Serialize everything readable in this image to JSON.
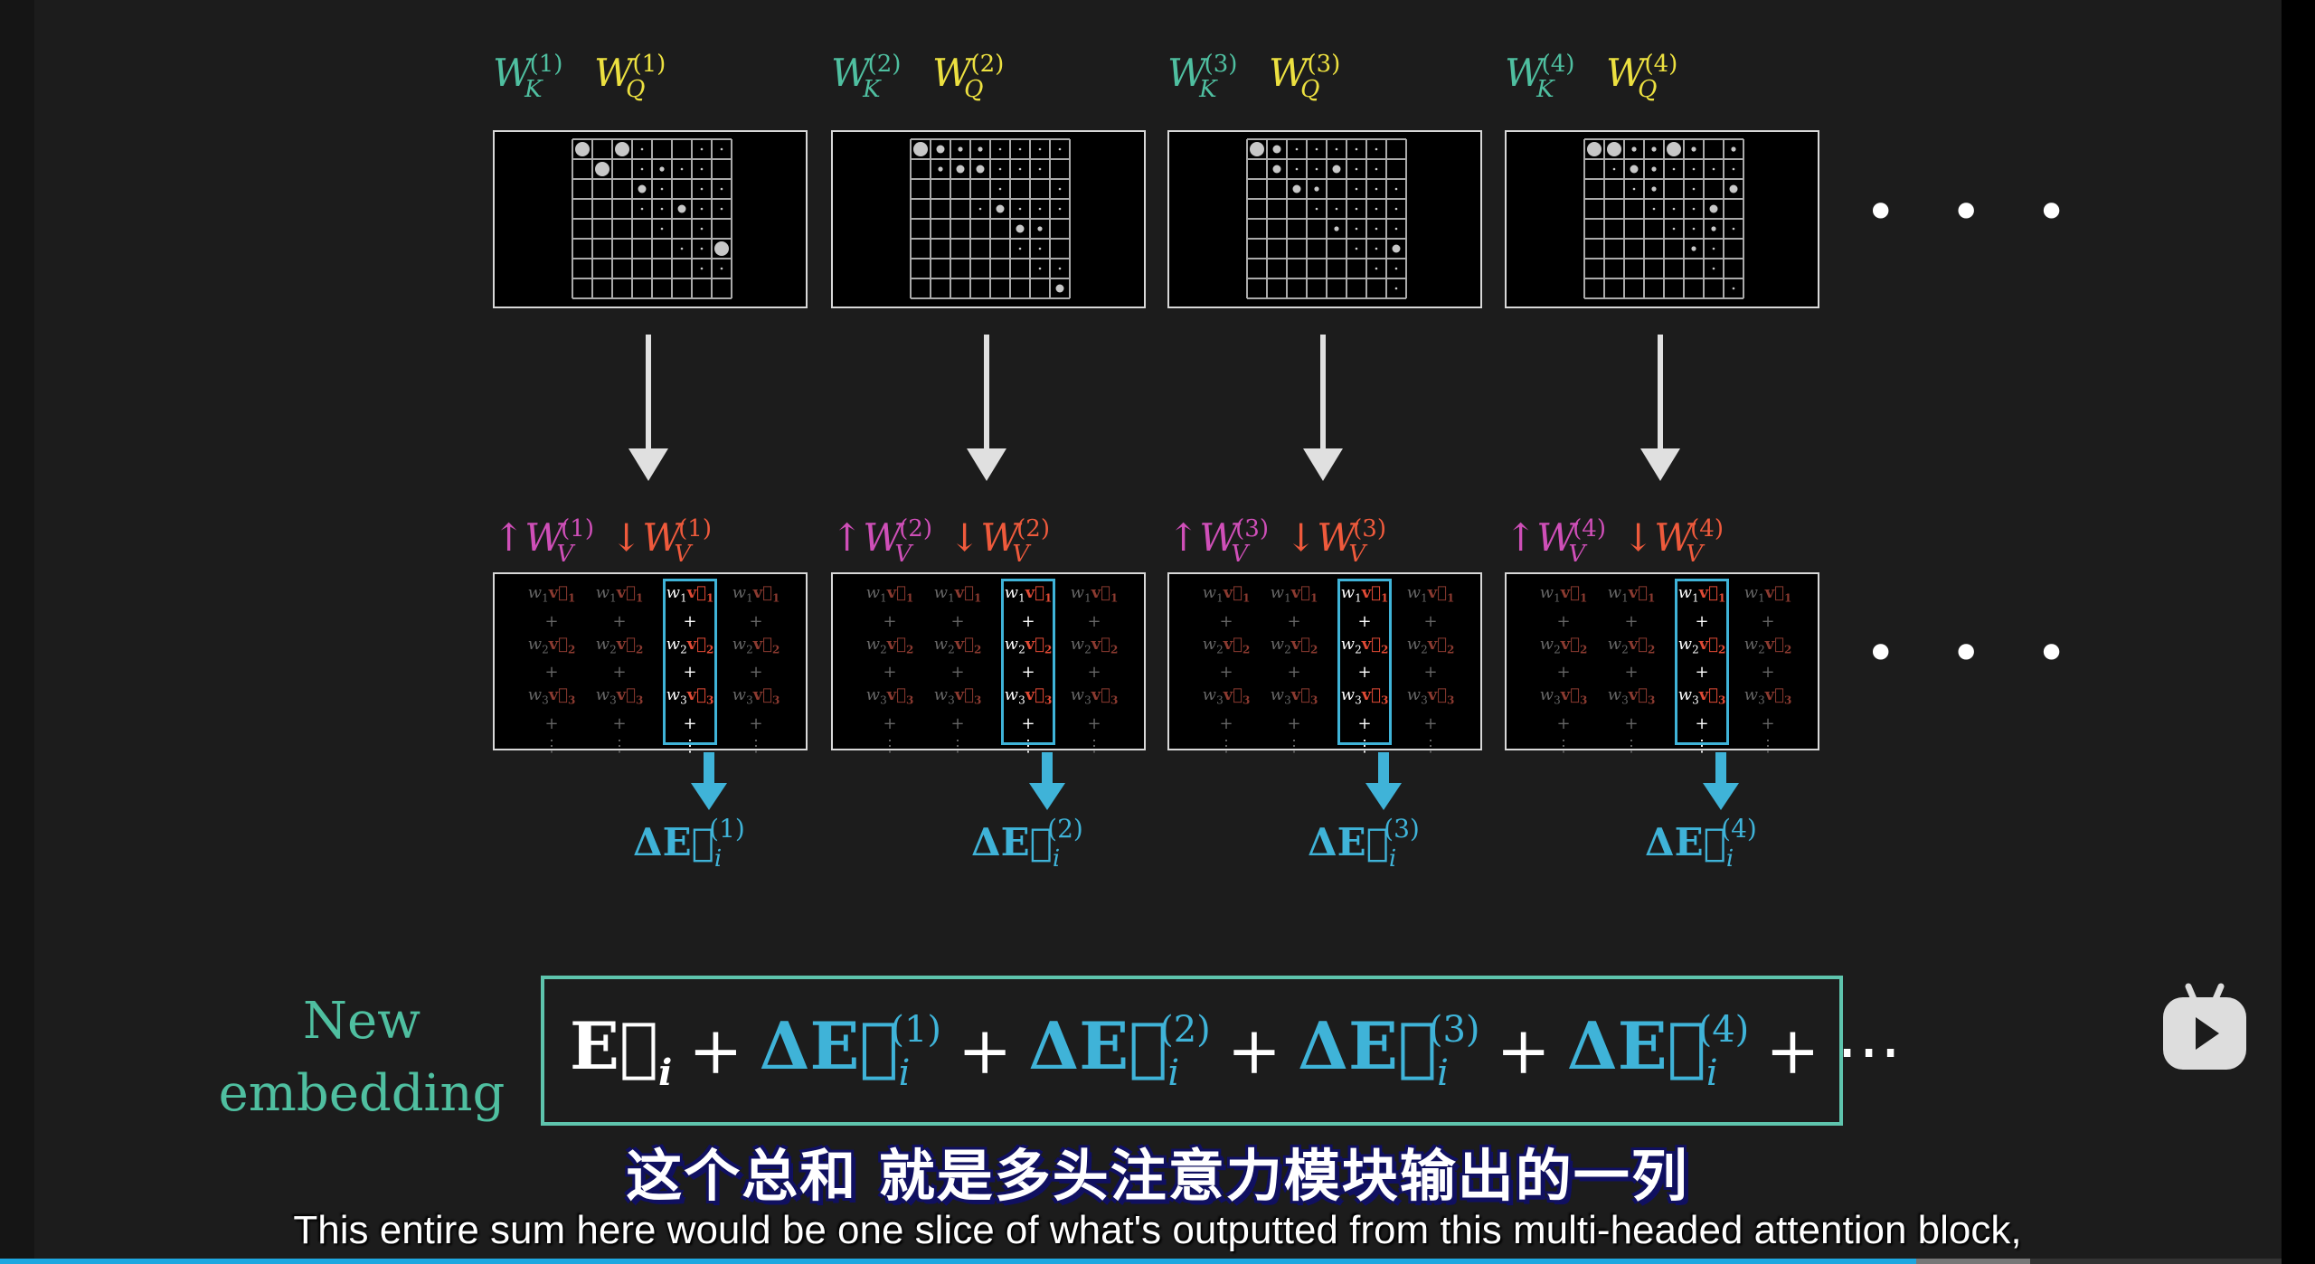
{
  "colors": {
    "key": "#4fbfa0",
    "query": "#ece040",
    "value_up": "#cf4fb8",
    "value_down": "#ef5a3c",
    "delta": "#3fb3d8",
    "box": "#5ec4ad",
    "progress": "#1ea7e0"
  },
  "heads": [
    {
      "wk": {
        "base": "W",
        "sub": "K",
        "sup": "(1)"
      },
      "wq": {
        "base": "W",
        "sub": "Q",
        "sup": "(1)"
      },
      "vu": {
        "prefix": "↑",
        "base": "W",
        "sub": "V",
        "sup": "(1)"
      },
      "vd": {
        "prefix": "↓",
        "base": "W",
        "sub": "V",
        "sup": "(1)"
      },
      "delta": {
        "sym": "ΔE⃗",
        "sub": "i",
        "sup": "(1)"
      },
      "pattern": [
        [
          4,
          0,
          4,
          1,
          0,
          0,
          1,
          1
        ],
        [
          0,
          4,
          0,
          1,
          2,
          1,
          1,
          0
        ],
        [
          0,
          0,
          0,
          3,
          1,
          0,
          1,
          1
        ],
        [
          0,
          0,
          0,
          1,
          1,
          3,
          1,
          1
        ],
        [
          0,
          0,
          0,
          0,
          1,
          0,
          1,
          0
        ],
        [
          0,
          0,
          0,
          0,
          0,
          1,
          1,
          4
        ],
        [
          0,
          0,
          0,
          0,
          0,
          0,
          1,
          1
        ],
        [
          0,
          0,
          0,
          0,
          0,
          0,
          0,
          0
        ]
      ]
    },
    {
      "wk": {
        "base": "W",
        "sub": "K",
        "sup": "(2)"
      },
      "wq": {
        "base": "W",
        "sub": "Q",
        "sup": "(2)"
      },
      "vu": {
        "prefix": "↑",
        "base": "W",
        "sub": "V",
        "sup": "(2)"
      },
      "vd": {
        "prefix": "↓",
        "base": "W",
        "sub": "V",
        "sup": "(2)"
      },
      "delta": {
        "sym": "ΔE⃗",
        "sub": "i",
        "sup": "(2)"
      },
      "pattern": [
        [
          4,
          3,
          2,
          2,
          1,
          1,
          1,
          1
        ],
        [
          0,
          2,
          3,
          3,
          1,
          1,
          1,
          0
        ],
        [
          0,
          0,
          0,
          0,
          1,
          0,
          0,
          1
        ],
        [
          0,
          0,
          0,
          1,
          3,
          1,
          1,
          1
        ],
        [
          0,
          0,
          0,
          0,
          0,
          3,
          2,
          0
        ],
        [
          0,
          0,
          0,
          0,
          0,
          1,
          1,
          0
        ],
        [
          0,
          0,
          0,
          0,
          0,
          0,
          1,
          1
        ],
        [
          0,
          0,
          0,
          0,
          0,
          0,
          0,
          3
        ]
      ]
    },
    {
      "wk": {
        "base": "W",
        "sub": "K",
        "sup": "(3)"
      },
      "wq": {
        "base": "W",
        "sub": "Q",
        "sup": "(3)"
      },
      "vu": {
        "prefix": "↑",
        "base": "W",
        "sub": "V",
        "sup": "(3)"
      },
      "vd": {
        "prefix": "↓",
        "base": "W",
        "sub": "V",
        "sup": "(3)"
      },
      "delta": {
        "sym": "ΔE⃗",
        "sub": "i",
        "sup": "(3)"
      },
      "pattern": [
        [
          4,
          3,
          1,
          1,
          1,
          1,
          1,
          0
        ],
        [
          0,
          3,
          1,
          1,
          3,
          1,
          1,
          0
        ],
        [
          0,
          0,
          3,
          2,
          0,
          1,
          1,
          1
        ],
        [
          0,
          0,
          0,
          1,
          1,
          1,
          1,
          1
        ],
        [
          0,
          0,
          0,
          0,
          2,
          1,
          1,
          1
        ],
        [
          0,
          0,
          0,
          0,
          0,
          1,
          1,
          3
        ],
        [
          0,
          0,
          0,
          0,
          0,
          0,
          1,
          1
        ],
        [
          0,
          0,
          0,
          0,
          0,
          0,
          0,
          1
        ]
      ]
    },
    {
      "wk": {
        "base": "W",
        "sub": "K",
        "sup": "(4)"
      },
      "wq": {
        "base": "W",
        "sub": "Q",
        "sup": "(4)"
      },
      "vu": {
        "prefix": "↑",
        "base": "W",
        "sub": "V",
        "sup": "(4)"
      },
      "vd": {
        "prefix": "↓",
        "base": "W",
        "sub": "V",
        "sup": "(4)"
      },
      "delta": {
        "sym": "ΔE⃗",
        "sub": "i",
        "sup": "(4)"
      },
      "pattern": [
        [
          4,
          4,
          2,
          2,
          4,
          2,
          0,
          2
        ],
        [
          0,
          1,
          3,
          2,
          1,
          1,
          1,
          1
        ],
        [
          0,
          0,
          1,
          2,
          0,
          1,
          0,
          3
        ],
        [
          0,
          0,
          0,
          1,
          1,
          1,
          3,
          0
        ],
        [
          0,
          0,
          0,
          0,
          1,
          1,
          2,
          1
        ],
        [
          0,
          0,
          0,
          0,
          0,
          2,
          1,
          0
        ],
        [
          0,
          0,
          0,
          0,
          0,
          0,
          1,
          0
        ],
        [
          0,
          0,
          0,
          0,
          0,
          0,
          0,
          1
        ]
      ]
    }
  ],
  "value_column": {
    "terms": [
      {
        "w": "w",
        "i": "1",
        "v": "v⃗",
        "vi": "1"
      },
      {
        "w": "w",
        "i": "2",
        "v": "v⃗",
        "vi": "2"
      },
      {
        "w": "w",
        "i": "3",
        "v": "v⃗",
        "vi": "3"
      }
    ],
    "plus": "+",
    "vdots": "⋮",
    "highlighted_index": 2
  },
  "ellipsis": "• • •",
  "new_embedding": {
    "line1": "New",
    "line2": "embedding"
  },
  "formula": {
    "base": {
      "sym": "E⃗",
      "sub": "i"
    },
    "plus": "+",
    "terms": [
      {
        "sym": "ΔE⃗",
        "sub": "i",
        "sup": "(1)"
      },
      {
        "sym": "ΔE⃗",
        "sub": "i",
        "sup": "(2)"
      },
      {
        "sym": "ΔE⃗",
        "sub": "i",
        "sup": "(3)"
      },
      {
        "sym": "ΔE⃗",
        "sub": "i",
        "sup": "(4)"
      }
    ],
    "tail": "⋯"
  },
  "subtitles": {
    "zh": "这个总和  就是多头注意力模块输出的一列",
    "en": "This entire sum here would be one slice of what's outputted from this multi-headed attention block,"
  },
  "player": {
    "played_percent": 84,
    "buffered_percent": 89,
    "logo_icon": "bilibili-tv-icon"
  }
}
